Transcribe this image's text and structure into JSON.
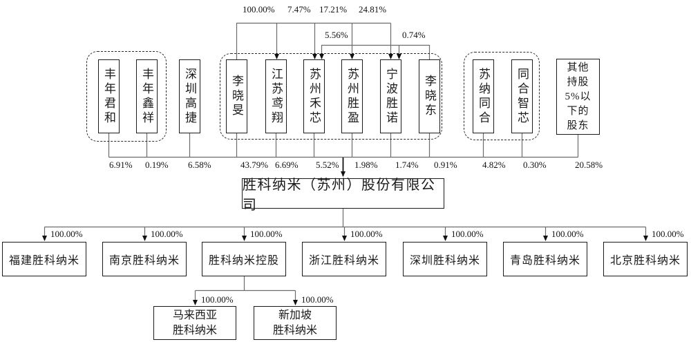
{
  "top_links": {
    "li_xiaomin_to": {
      "jiangsu_yuanxiang": "100.00%",
      "suzhou_hexin": "7.47%",
      "suzhou_shengying": "17.21%",
      "ningbo_shengnuo": "24.81%"
    },
    "li_xiaodong_to": {
      "suzhou_hexin": "5.56%",
      "ningbo_shengnuo": "0.74%"
    }
  },
  "shareholders": [
    {
      "name": "丰年君和",
      "pct": "6.91%"
    },
    {
      "name": "丰年鑫祥",
      "pct": "0.19%"
    },
    {
      "name": "深圳高捷",
      "pct": "6.58%"
    },
    {
      "name": "李晓旻",
      "pct": "43.79%"
    },
    {
      "name": "江苏鸢翔",
      "pct": "6.69%"
    },
    {
      "name": "苏州禾芯",
      "pct": "5.52%"
    },
    {
      "name": "苏州胜盈",
      "pct": "1.98%"
    },
    {
      "name": "宁波胜诺",
      "pct": "1.74%"
    },
    {
      "name": "李晓东",
      "pct": "0.91%"
    },
    {
      "name": "苏纳同合",
      "pct": "4.82%"
    },
    {
      "name": "同合智芯",
      "pct": "0.30%"
    },
    {
      "name": "其他\n持股\n5%以\n下的\n股东",
      "pct": "20.58%"
    }
  ],
  "company": {
    "name": "胜科纳米（苏州）股份有限公司"
  },
  "subsidiaries": [
    {
      "name": "福建胜科纳米",
      "pct": "100.00%"
    },
    {
      "name": "南京胜科纳米",
      "pct": "100.00%"
    },
    {
      "name": "胜科纳米控股",
      "pct": "100.00%"
    },
    {
      "name": "浙江胜科纳米",
      "pct": "100.00%"
    },
    {
      "name": "深圳胜科纳米",
      "pct": "100.00%"
    },
    {
      "name": "青岛胜科纳米",
      "pct": "100.00%"
    },
    {
      "name": "北京胜科纳米",
      "pct": "100.00%"
    }
  ],
  "grandchildren": [
    {
      "name": "马来西亚\n胜科纳米",
      "pct": "100.00%"
    },
    {
      "name": "新加坡\n胜科纳米",
      "pct": "100.00%"
    }
  ]
}
